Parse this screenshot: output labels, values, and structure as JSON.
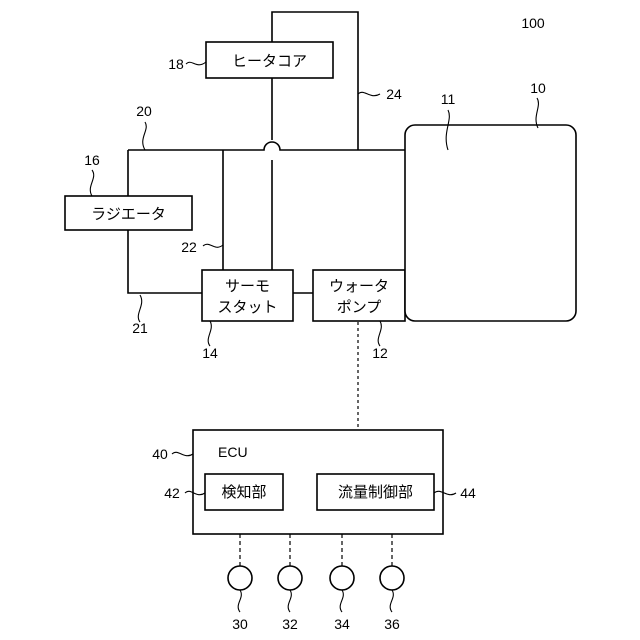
{
  "figure_number": "100",
  "components": {
    "heater_core": {
      "label": "ヒータコア",
      "ref": "18"
    },
    "radiator": {
      "label": "ラジエータ",
      "ref": "16"
    },
    "thermostat": {
      "label_line1": "サーモ",
      "label_line2": "スタット",
      "ref": "14"
    },
    "water_pump": {
      "label_line1": "ウォータ",
      "label_line2": "ポンプ",
      "ref": "12"
    },
    "engine": {
      "ref": "10"
    },
    "water_jacket": {
      "ref": "11"
    },
    "ecu": {
      "label": "ECU",
      "ref": "40"
    },
    "detection_unit": {
      "label": "検知部",
      "ref": "42"
    },
    "flow_control_unit": {
      "label": "流量制御部",
      "ref": "44"
    }
  },
  "passages": {
    "radiator_inlet": "20",
    "radiator_outlet": "21",
    "bypass": "22",
    "heater_passage": "24"
  },
  "sensors": [
    "30",
    "32",
    "34",
    "36"
  ]
}
